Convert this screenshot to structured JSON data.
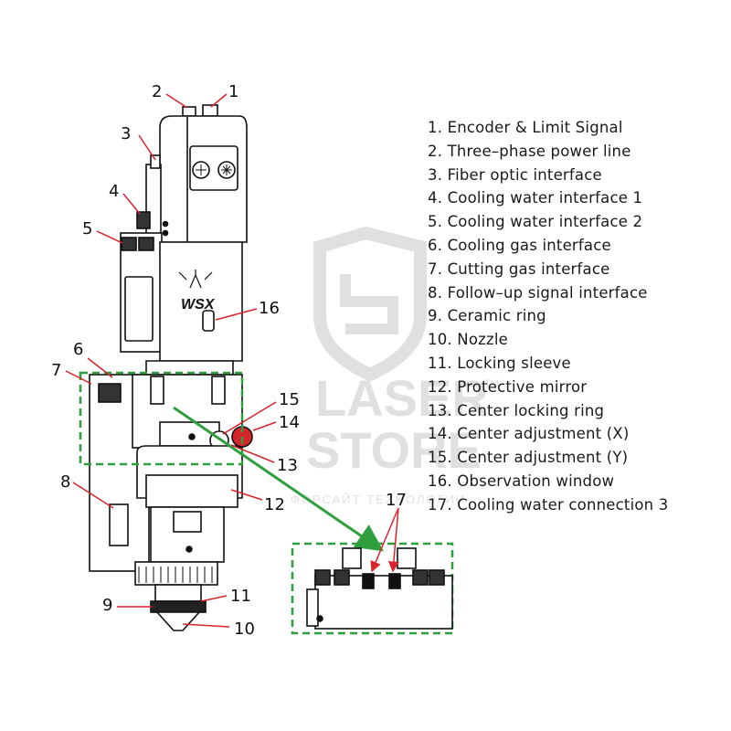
{
  "legend": [
    "1. Encoder & Limit Signal",
    "2. Three–phase power line",
    "3. Fiber optic interface",
    "4. Cooling water interface 1",
    "5. Cooling water interface 2",
    "6. Cooling gas interface",
    "7. Cutting gas interface",
    "8. Follow–up signal interface",
    "9. Ceramic ring",
    "10. Nozzle",
    "11. Locking sleeve",
    "12. Protective mirror",
    "13. Center locking ring",
    "14. Center adjustment (X)",
    "15. Center adjustment (Y)",
    "16. Observation window",
    "17. Cooling water connection 3"
  ],
  "callouts": [
    "1",
    "2",
    "3",
    "4",
    "5",
    "6",
    "7",
    "8",
    "9",
    "10",
    "11",
    "12",
    "13",
    "14",
    "15",
    "16",
    "17"
  ],
  "device": {
    "logo_text": "WSX"
  },
  "watermark": {
    "line1": "LASER",
    "line2": "STORE",
    "trademark": "TM",
    "subtitle": "ФОРСАЙТ ТЕХНОЛОГИИ"
  },
  "colors": {
    "line": "#111111",
    "highlight": "#2f9e3e",
    "knob": "#d8242b",
    "watermark": "#c8c8c8"
  }
}
